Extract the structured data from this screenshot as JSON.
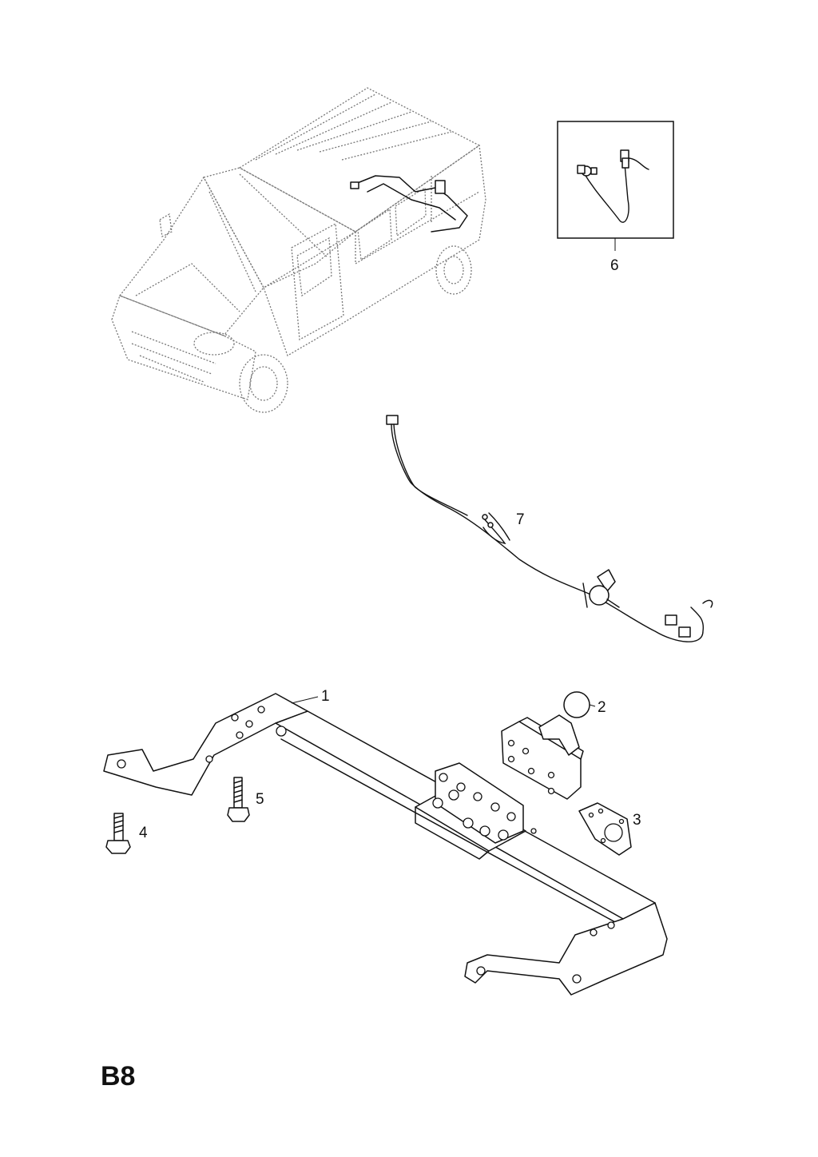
{
  "page_code": "B8",
  "callouts": {
    "part_1": "1",
    "part_2": "2",
    "part_3": "3",
    "part_4": "4",
    "part_5": "5",
    "part_6": "6",
    "part_7": "7"
  },
  "icons": {
    "vehicle": "van-outline-icon",
    "tow_bar": "tow-bar-frame-icon",
    "tow_ball": "tow-ball-icon",
    "gasket": "plate-gasket-icon",
    "bolt": "bolt-icon",
    "harness": "wiring-harness-icon"
  },
  "colors": {
    "ink": "#111111",
    "ghost_lines": "#777777",
    "background": "#ffffff"
  }
}
